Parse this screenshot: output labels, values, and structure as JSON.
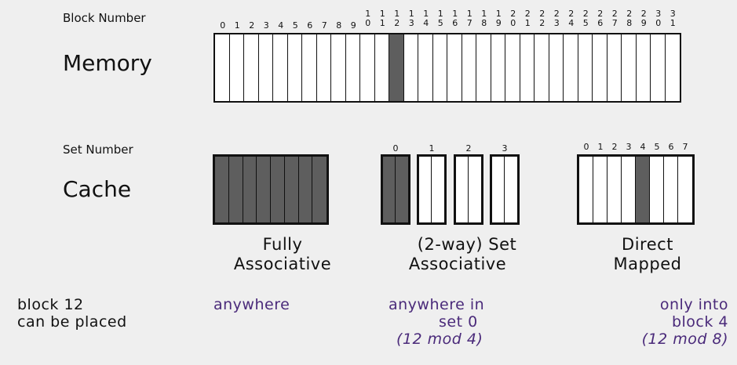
{
  "labels": {
    "block_number": "Block Number",
    "memory": "Memory",
    "set_number": "Set Number",
    "cache": "Cache"
  },
  "memory": {
    "block_count": 32,
    "highlighted_block": 12
  },
  "caches": {
    "fully_associative": {
      "caption_line1": "Fully",
      "caption_line2": "Associative",
      "blocks": 8,
      "highlight_all": true,
      "placement": "anywhere"
    },
    "set_associative": {
      "caption_line1": "(2-way) Set",
      "caption_line2": "Associative",
      "sets": [
        {
          "label": "0",
          "highlight": true
        },
        {
          "label": "1",
          "highlight": false
        },
        {
          "label": "2",
          "highlight": false
        },
        {
          "label": "3",
          "highlight": false
        }
      ],
      "placement_line1": "anywhere in",
      "placement_line2": "set 0",
      "placement_line3": "(12 mod 4)"
    },
    "direct_mapped": {
      "caption_line1": "Direct",
      "caption_line2": "Mapped",
      "blocks": [
        "0",
        "1",
        "2",
        "3",
        "4",
        "5",
        "6",
        "7"
      ],
      "highlighted_block": 4,
      "placement_line1": "only into",
      "placement_line2": "block 4",
      "placement_line3": "(12 mod 8)"
    }
  },
  "row_label": {
    "line1": "block 12",
    "line2": "can be placed"
  },
  "colors": {
    "filled": "#5e5e5e",
    "border": "#111111",
    "note_text": "#4a2a7a",
    "background": "#efefef"
  }
}
